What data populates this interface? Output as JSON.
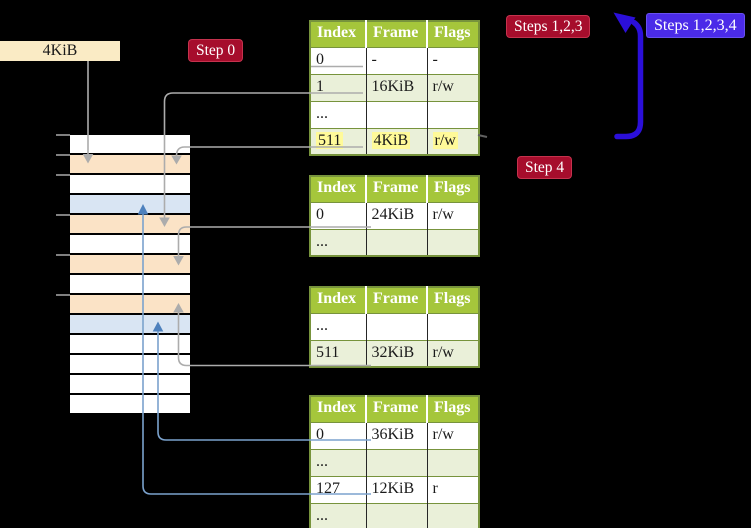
{
  "title": "Multi-level page table walk diagram",
  "page_size_label": "4KiB",
  "badges": {
    "step0": "Step 0",
    "steps123": "Steps 1,2,3",
    "steps1234": "Steps 1,2,3,4",
    "step4": "Step 4"
  },
  "memory": {
    "frames": [
      {
        "type": "free"
      },
      {
        "type": "page_table"
      },
      {
        "type": "free"
      },
      {
        "type": "mapped"
      },
      {
        "type": "page_table"
      },
      {
        "type": "free"
      },
      {
        "type": "page_table"
      },
      {
        "type": "free"
      },
      {
        "type": "page_table"
      },
      {
        "type": "mapped"
      },
      {
        "type": "free"
      },
      {
        "type": "free"
      },
      {
        "type": "free"
      },
      {
        "type": "free"
      }
    ]
  },
  "tables": [
    {
      "name": "root-page-table",
      "columns": [
        "Index",
        "Frame",
        "Flags"
      ],
      "rows": [
        {
          "cells": [
            "0",
            "-",
            "-"
          ],
          "highlight": false
        },
        {
          "cells": [
            "1",
            "16KiB",
            "r/w"
          ],
          "highlight": false
        },
        {
          "cells": [
            "...",
            "",
            ""
          ],
          "highlight": false
        },
        {
          "cells": [
            "511",
            "4KiB",
            "r/w"
          ],
          "highlight": true
        }
      ]
    },
    {
      "name": "mid-page-table-a",
      "columns": [
        "Index",
        "Frame",
        "Flags"
      ],
      "rows": [
        {
          "cells": [
            "0",
            "24KiB",
            "r/w"
          ],
          "highlight": false
        },
        {
          "cells": [
            "...",
            "",
            ""
          ],
          "highlight": false
        }
      ]
    },
    {
      "name": "mid-page-table-b",
      "columns": [
        "Index",
        "Frame",
        "Flags"
      ],
      "rows": [
        {
          "cells": [
            "...",
            "",
            ""
          ],
          "highlight": false
        },
        {
          "cells": [
            "511",
            "32KiB",
            "r/w"
          ],
          "highlight": false
        }
      ]
    },
    {
      "name": "leaf-page-table",
      "columns": [
        "Index",
        "Frame",
        "Flags"
      ],
      "rows": [
        {
          "cells": [
            "0",
            "36KiB",
            "r/w"
          ],
          "highlight": false
        },
        {
          "cells": [
            "...",
            "",
            ""
          ],
          "highlight": false
        },
        {
          "cells": [
            "127",
            "12KiB",
            "r"
          ],
          "highlight": false
        },
        {
          "cells": [
            "...",
            "",
            ""
          ],
          "highlight": false
        }
      ]
    }
  ],
  "colors": {
    "frame_free": "#FFFFFF",
    "frame_page_table": "#FBE3C6",
    "frame_mapped": "#D9E5F3",
    "table_header_bg": "#A5C63B",
    "table_border": "#77933C",
    "table_row_shaded": "#EAF0D9",
    "highlight_yellow": "#FFFA99",
    "badge_red": "#A60D2C",
    "badge_blue": "#4B2BE8",
    "big_arrow_blue": "#2B0FD9",
    "connector_gray": "#ACACAC",
    "connector_blue": "#7BA2CD",
    "page_size_box_bg": "#FAEBC5"
  }
}
